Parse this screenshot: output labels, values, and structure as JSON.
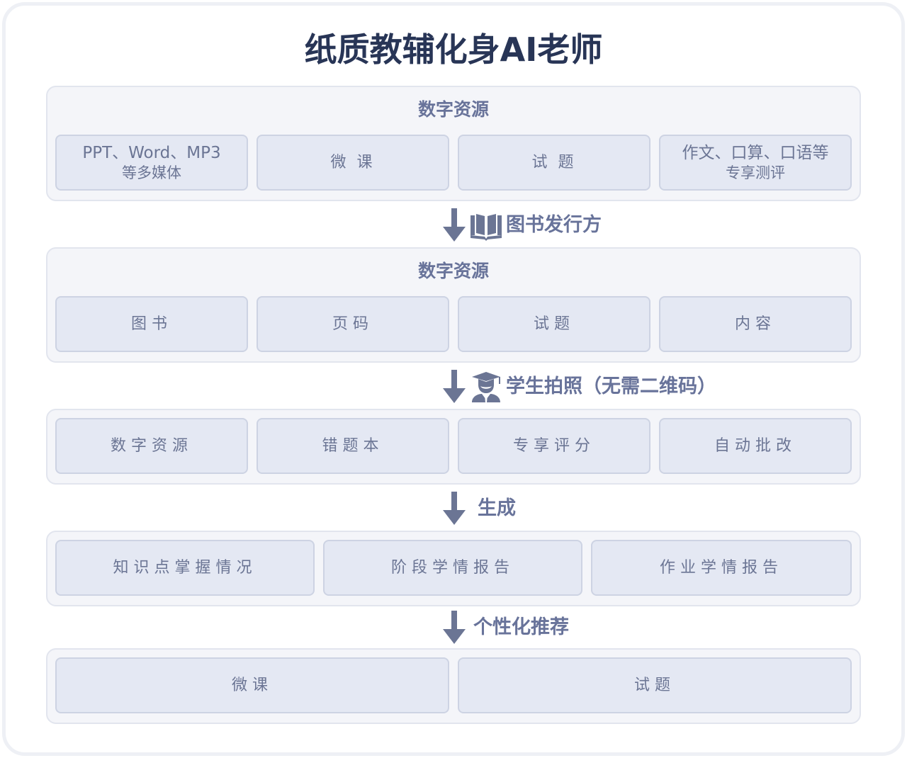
{
  "title": "纸质教辅化身AI老师",
  "colors": {
    "title": "#283556",
    "accent": "#6b7594",
    "panel_bg": "#f4f5f9",
    "panel_border": "#e2e5ee",
    "box_bg": "#e4e8f3",
    "box_border": "#cdd3e3"
  },
  "sections": [
    {
      "title": "数字资源",
      "items": [
        {
          "line1": "PPT、Word、MP3",
          "line2": "等多媒体"
        },
        {
          "label": "微 课"
        },
        {
          "label": "试 题"
        },
        {
          "line1": "作文、口算、口语等",
          "line2": "专享测评"
        }
      ]
    },
    {
      "title": "数字资源",
      "items": [
        {
          "label": "图书"
        },
        {
          "label": "页码"
        },
        {
          "label": "试题"
        },
        {
          "label": "内容"
        }
      ]
    },
    {
      "items": [
        {
          "label": "数字资源"
        },
        {
          "label": "错题本"
        },
        {
          "label": "专享评分"
        },
        {
          "label": "自动批改"
        }
      ]
    },
    {
      "items": [
        {
          "label": "知识点掌握情况"
        },
        {
          "label": "阶段学情报告"
        },
        {
          "label": "作业学情报告"
        }
      ]
    },
    {
      "items": [
        {
          "label": "微课"
        },
        {
          "label": "试题"
        }
      ]
    }
  ],
  "flows": [
    {
      "icon": "open-book-icon",
      "label": "图书发行方"
    },
    {
      "icon": "graduate-student-icon",
      "label": "学生拍照（无需二维码）"
    },
    {
      "icon": "",
      "label": "生成"
    },
    {
      "icon": "",
      "label": "个性化推荐"
    }
  ]
}
